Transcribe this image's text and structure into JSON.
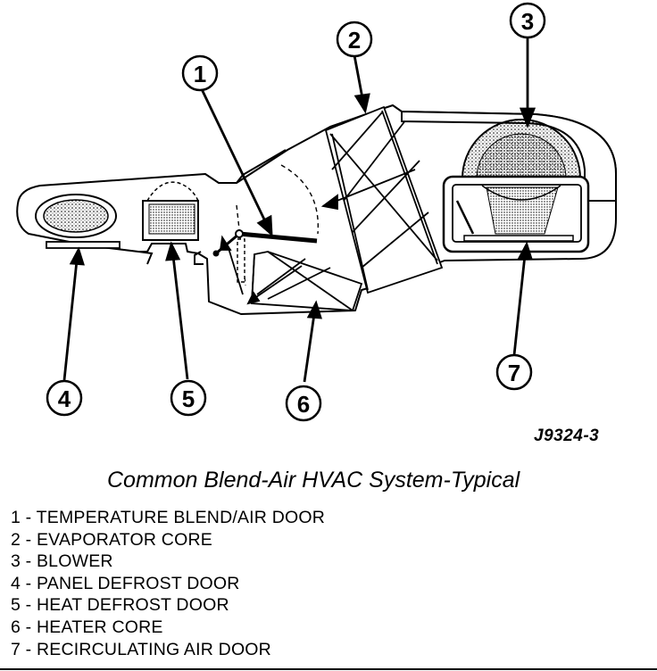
{
  "callouts": {
    "c1": "1",
    "c2": "2",
    "c3": "3",
    "c4": "4",
    "c5": "5",
    "c6": "6",
    "c7": "7"
  },
  "figure_id": "J9324-3",
  "caption": "Common Blend-Air HVAC System-Typical",
  "legend": [
    "1 - TEMPERATURE BLEND/AIR DOOR",
    "2 - EVAPORATOR CORE",
    "3 - BLOWER",
    "4 - PANEL DEFROST DOOR",
    "5 - HEAT DEFROST DOOR",
    "6 - HEATER CORE",
    "7 - RECIRCULATING AIR DOOR"
  ],
  "colors": {
    "ink": "#000000",
    "background": "#ffffff"
  }
}
